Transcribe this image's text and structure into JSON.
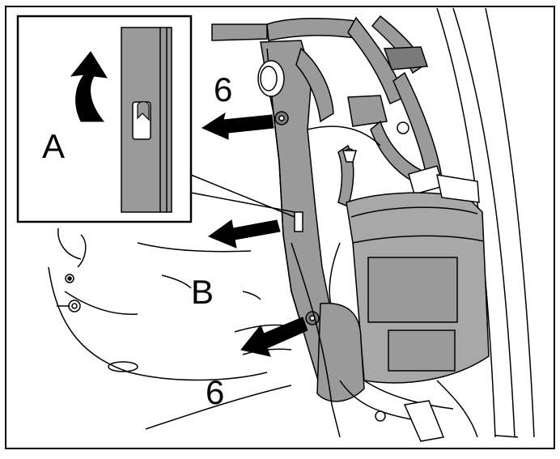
{
  "labels": {
    "a": "A",
    "b": "B",
    "six_top": "6",
    "six_bottom": "6"
  },
  "colors": {
    "line": "#000000",
    "panel_gray": "#9a9a9a",
    "module_gray": "#a8a8a8",
    "dark_gray": "#7a7a7a",
    "background": "#ffffff"
  }
}
